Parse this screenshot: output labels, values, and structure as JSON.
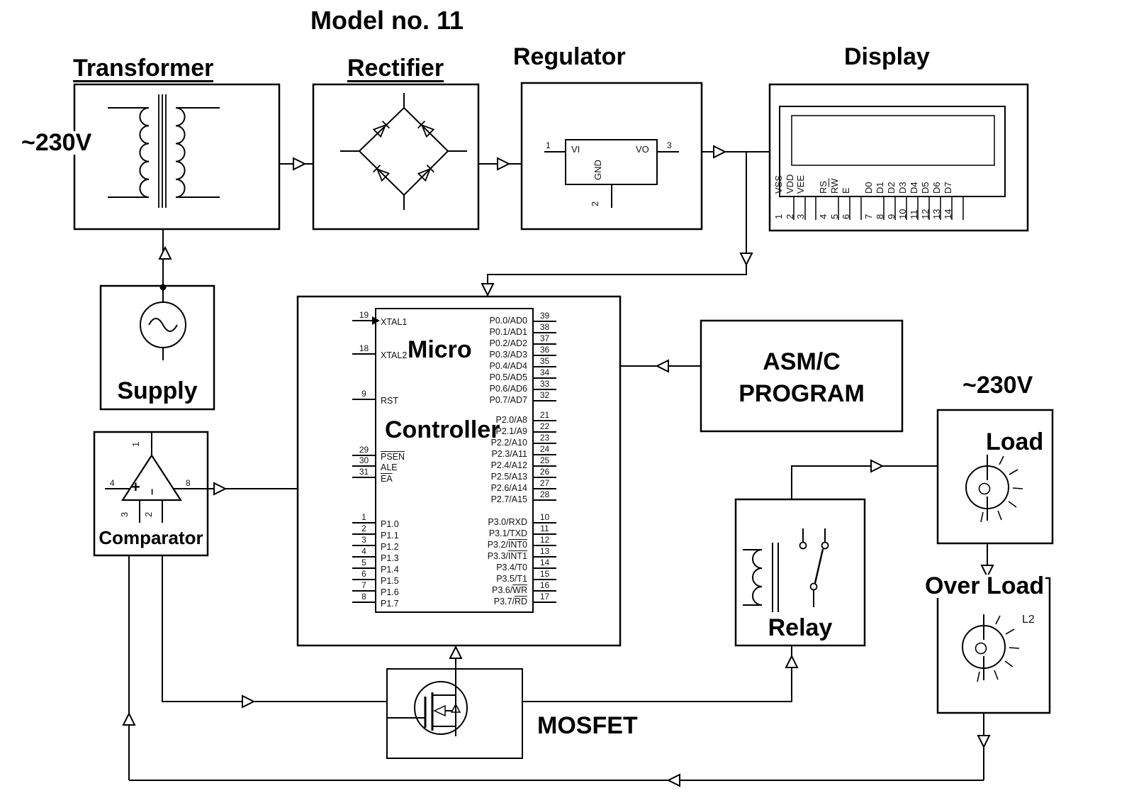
{
  "title": "Model no. 11",
  "colors": {
    "line": "#000000",
    "text": "#000000",
    "background": "#ffffff"
  },
  "blocks": {
    "transformer": {
      "label": "Transformer",
      "input_label": "~230V"
    },
    "rectifier": {
      "label": "Rectifier"
    },
    "regulator": {
      "label": "Regulator",
      "vi": "VI",
      "vo": "VO",
      "gnd": "GND",
      "pin_in": "1",
      "pin_out": "3",
      "pin_gnd": "2"
    },
    "display": {
      "label": "Display"
    },
    "supply": {
      "label": "Supply"
    },
    "comparator": {
      "label": "Comparator",
      "pin_top": "1",
      "pin_left": "4",
      "pin_right": "8",
      "pin_bottom_left": "3",
      "pin_bottom_right": "2",
      "plus": "+",
      "minus": "−"
    },
    "micro": {
      "label_line1": "Micro",
      "label_line2": "Controller"
    },
    "asm": {
      "label_line1": "ASM/C",
      "label_line2": "PROGRAM"
    },
    "relay": {
      "label": "Relay"
    },
    "mosfet": {
      "label": "MOSFET"
    },
    "load": {
      "label": "Load",
      "supply_label": "~230V"
    },
    "overload": {
      "label": "Over Load",
      "lamp_ref": "L2"
    }
  },
  "display_pins": [
    {
      "num": "1",
      "pre": "VSS",
      "ov": ""
    },
    {
      "num": "2",
      "pre": "VDD",
      "ov": ""
    },
    {
      "num": "3",
      "pre": "VEE",
      "ov": ""
    },
    {
      "num": "4",
      "pre": "RS",
      "ov": ""
    },
    {
      "num": "5",
      "pre": "R",
      "ov": "W"
    },
    {
      "num": "6",
      "pre": "E",
      "ov": ""
    },
    {
      "num": "7",
      "pre": "D0",
      "ov": ""
    },
    {
      "num": "8",
      "pre": "D1",
      "ov": ""
    },
    {
      "num": "9",
      "pre": "D2",
      "ov": ""
    },
    {
      "num": "10",
      "pre": "D3",
      "ov": ""
    },
    {
      "num": "11",
      "pre": "D4",
      "ov": ""
    },
    {
      "num": "12",
      "pre": "D5",
      "ov": ""
    },
    {
      "num": "13",
      "pre": "D6",
      "ov": ""
    },
    {
      "num": "14",
      "pre": "D7",
      "ov": ""
    }
  ],
  "micro_pins": {
    "left_ctrl": [
      {
        "num": "19",
        "pre": "XTAL1",
        "ov": ""
      },
      {
        "num": "18",
        "pre": "XTAL2",
        "ov": ""
      },
      {
        "num": "9",
        "pre": "RST",
        "ov": ""
      },
      {
        "num": "29",
        "pre": "",
        "ov": "PSEN"
      },
      {
        "num": "30",
        "pre": "ALE",
        "ov": ""
      },
      {
        "num": "31",
        "pre": "",
        "ov": "EA"
      }
    ],
    "left_p1": [
      {
        "num": "1",
        "pre": "P1.0",
        "ov": ""
      },
      {
        "num": "2",
        "pre": "P1.1",
        "ov": ""
      },
      {
        "num": "3",
        "pre": "P1.2",
        "ov": ""
      },
      {
        "num": "4",
        "pre": "P1.3",
        "ov": ""
      },
      {
        "num": "5",
        "pre": "P1.4",
        "ov": ""
      },
      {
        "num": "6",
        "pre": "P1.5",
        "ov": ""
      },
      {
        "num": "7",
        "pre": "P1.6",
        "ov": ""
      },
      {
        "num": "8",
        "pre": "P1.7",
        "ov": ""
      }
    ],
    "right_p0": [
      {
        "num": "39",
        "pre": "P0.0/AD0",
        "ov": ""
      },
      {
        "num": "38",
        "pre": "P0.1/AD1",
        "ov": ""
      },
      {
        "num": "37",
        "pre": "P0.2/AD2",
        "ov": ""
      },
      {
        "num": "36",
        "pre": "P0.3/AD3",
        "ov": ""
      },
      {
        "num": "35",
        "pre": "P0.4/AD4",
        "ov": ""
      },
      {
        "num": "34",
        "pre": "P0.5/AD5",
        "ov": ""
      },
      {
        "num": "33",
        "pre": "P0.6/AD6",
        "ov": ""
      },
      {
        "num": "32",
        "pre": "P0.7/AD7",
        "ov": ""
      }
    ],
    "right_p2": [
      {
        "num": "21",
        "pre": "P2.0/A8",
        "ov": ""
      },
      {
        "num": "22",
        "pre": "P2.1/A9",
        "ov": ""
      },
      {
        "num": "23",
        "pre": "P2.2/A10",
        "ov": ""
      },
      {
        "num": "24",
        "pre": "P2.3/A11",
        "ov": ""
      },
      {
        "num": "25",
        "pre": "P2.4/A12",
        "ov": ""
      },
      {
        "num": "26",
        "pre": "P2.5/A13",
        "ov": ""
      },
      {
        "num": "27",
        "pre": "P2.6/A14",
        "ov": ""
      },
      {
        "num": "28",
        "pre": "P2.7/A15",
        "ov": ""
      }
    ],
    "right_p3": [
      {
        "num": "10",
        "pre": "P3.0/RXD",
        "ov": ""
      },
      {
        "num": "11",
        "pre": "P3.1/TXD",
        "ov": ""
      },
      {
        "num": "12",
        "pre": "P3.2/",
        "ov": "INT0"
      },
      {
        "num": "13",
        "pre": "P3.3/",
        "ov": "INT1"
      },
      {
        "num": "14",
        "pre": "P3.4/T0",
        "ov": ""
      },
      {
        "num": "15",
        "pre": "P3.5/T1",
        "ov": ""
      },
      {
        "num": "16",
        "pre": "P3.6/",
        "ov": "WR"
      },
      {
        "num": "17",
        "pre": "P3.7/",
        "ov": "RD"
      }
    ]
  }
}
